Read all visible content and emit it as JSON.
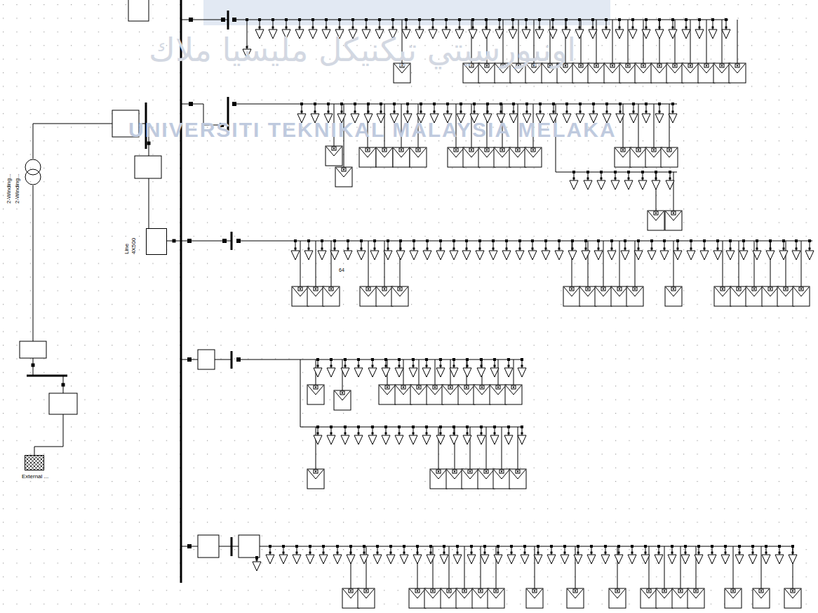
{
  "diagram": {
    "nodes": [
      {
        "text": [
          "2-Winding...",
          "2-Winding..."
        ]
      },
      {
        "text": [
          "Line 4X500"
        ]
      },
      {
        "text": [
          "External ..."
        ]
      }
    ],
    "edges": [
      {
        "from": 2,
        "to": 0,
        "arrow": "none"
      },
      {
        "from": 0,
        "to": 1,
        "arrow": "none"
      }
    ],
    "labels": [
      "اونيورسيتي تيكنيكل مليسيا ملاك",
      "UNIVERSITI TEKNIKAL MALAYSIA MELAKA",
      "64"
    ]
  }
}
